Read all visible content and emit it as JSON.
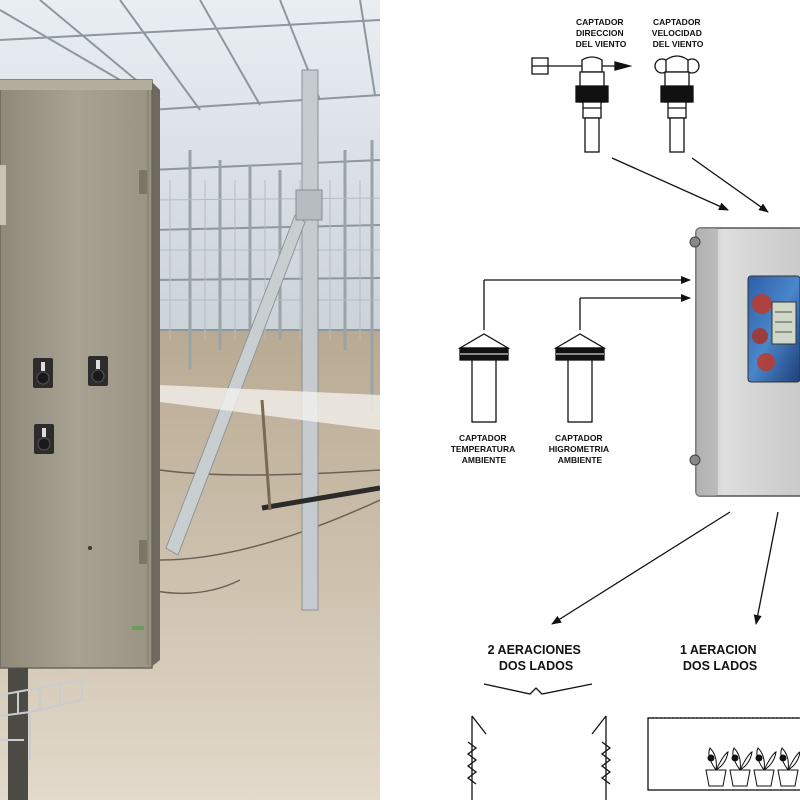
{
  "sensors": {
    "wind_direction": {
      "label": [
        "CAPTADOR",
        "DIRECCION",
        "DEL VIENTO"
      ]
    },
    "wind_speed": {
      "label": [
        "CAPTADOR",
        "VELOCIDAD",
        "DEL VIENTO"
      ]
    },
    "temperature": {
      "label": [
        "CAPTADOR",
        "TEMPERATURA",
        "AMBIENTE"
      ]
    },
    "humidity": {
      "label": [
        "CAPTADOR",
        "HIGROMETRIA",
        "AMBIENTE"
      ]
    }
  },
  "outputs": {
    "two_vents": {
      "label": [
        "2 AERACIONES",
        "DOS LADOS"
      ]
    },
    "one_vent": {
      "label": [
        "1 AERACION",
        "DOS LADOS"
      ]
    }
  },
  "colors": {
    "cabinet": "#a39d8d",
    "diagram_ink": "#111111",
    "controller_body": "#d6d6d6",
    "sand_floor": "#d9cfc0"
  }
}
